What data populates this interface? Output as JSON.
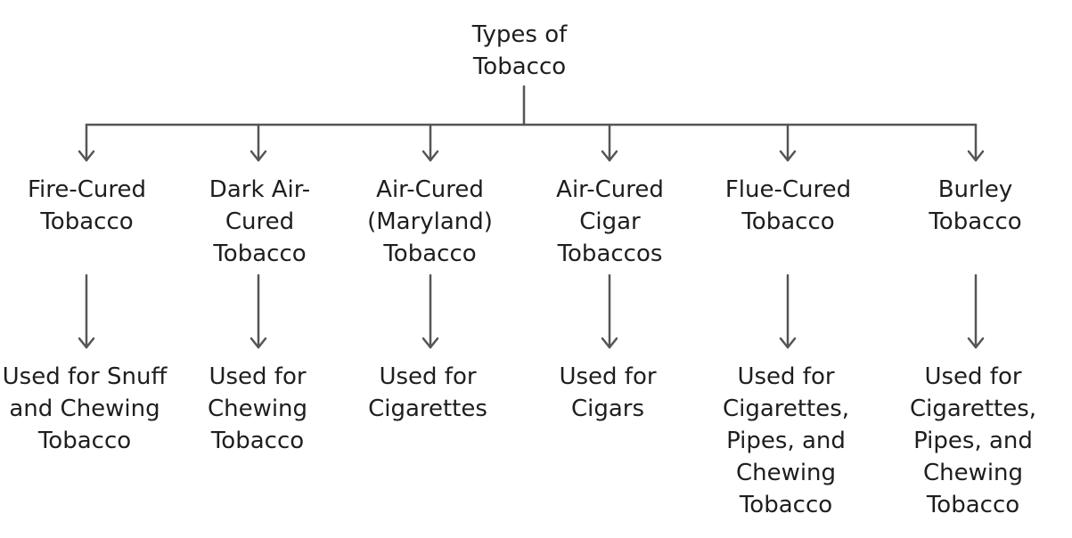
{
  "root": {
    "label": "Types of Tobacco"
  },
  "types": [
    {
      "name": "Fire-Cured Tobacco",
      "use": "Used for Snuff and Chewing Tobacco"
    },
    {
      "name": "Dark Air-Cured Tobacco",
      "use": "Used for Chewing Tobacco"
    },
    {
      "name": "Air-Cured (Maryland) Tobacco",
      "use": "Used for Cigarettes"
    },
    {
      "name": "Air-Cured Cigar Tobaccos",
      "use": "Used for Cigars"
    },
    {
      "name": "Flue-Cured Tobacco",
      "use": "Used for Cigarettes, Pipes, and Chewing Tobacco"
    },
    {
      "name": "Burley Tobacco",
      "use": "Used for Cigarettes, Pipes, and Chewing Tobacco"
    }
  ],
  "colors": {
    "line": "#555555",
    "text": "#1e1e1e"
  }
}
